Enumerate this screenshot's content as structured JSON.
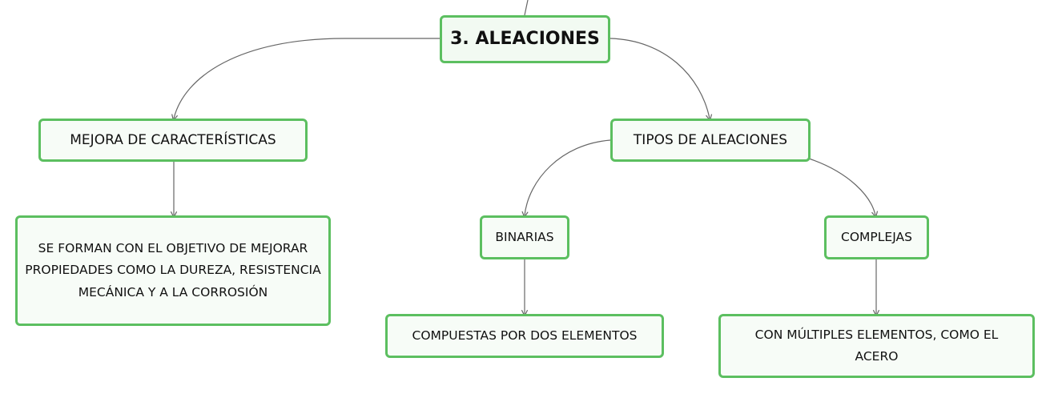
{
  "diagram": {
    "root": {
      "label": "3. ALEACIONES"
    },
    "mejora": {
      "label": "MEJORA DE CARACTERÍSTICAS"
    },
    "mejora_detalle": {
      "label": "SE FORMAN CON EL OBJETIVO DE MEJORAR PROPIEDADES COMO LA DUREZA, RESISTENCIA MECÁNICA Y A LA CORROSIÓN"
    },
    "tipos": {
      "label": "TIPOS DE ALEACIONES"
    },
    "binarias": {
      "label": "BINARIAS"
    },
    "binarias_detalle": {
      "label": "COMPUESTAS POR DOS ELEMENTOS"
    },
    "complejas": {
      "label": "COMPLEJAS"
    },
    "complejas_detalle": {
      "label": "CON MÚLTIPLES ELEMENTOS, COMO EL ACERO"
    }
  },
  "colors": {
    "node_border": "#5cbf60",
    "connector": "#666666"
  }
}
